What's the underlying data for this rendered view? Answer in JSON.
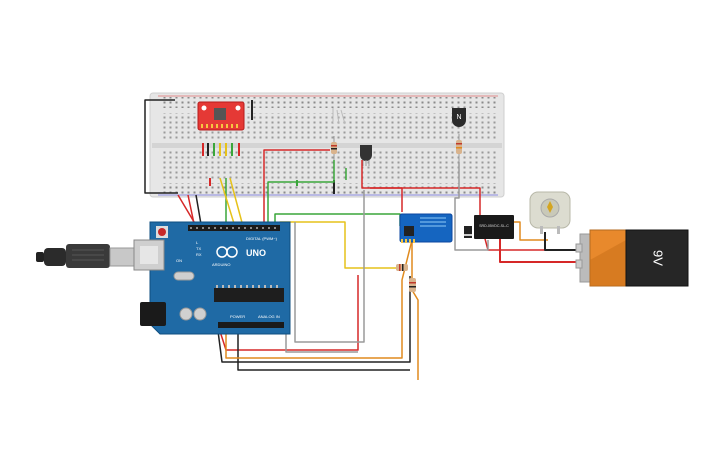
{
  "arduino": {
    "brand": "ARDUINO",
    "model": "UNO",
    "digital_header": "DIGITAL (PWM~)",
    "power_header": "POWER",
    "analog_header": "ANALOG IN",
    "on_label": "ON",
    "tx_label": "TX",
    "rx_label": "RX",
    "l_label": "L"
  },
  "battery": {
    "label": "9V"
  },
  "transistor": {
    "label": "N"
  },
  "relay": {
    "label": "SRD-05VDC-SL-C"
  },
  "colors": {
    "board_blue": "#1f6aa5",
    "breadboard": "#e8e8e8",
    "wire_red": "#d62828",
    "wire_black": "#222222",
    "wire_green": "#3aa63a",
    "wire_yellow": "#e6c21a",
    "wire_orange": "#e08a1e",
    "wire_gray": "#9a9a9a",
    "sensor_red": "#e53935",
    "esp_blue": "#1565c0"
  },
  "icons": [
    "usb-plug-icon",
    "dc-motor-icon",
    "battery-icon",
    "arduino-logo-icon"
  ]
}
